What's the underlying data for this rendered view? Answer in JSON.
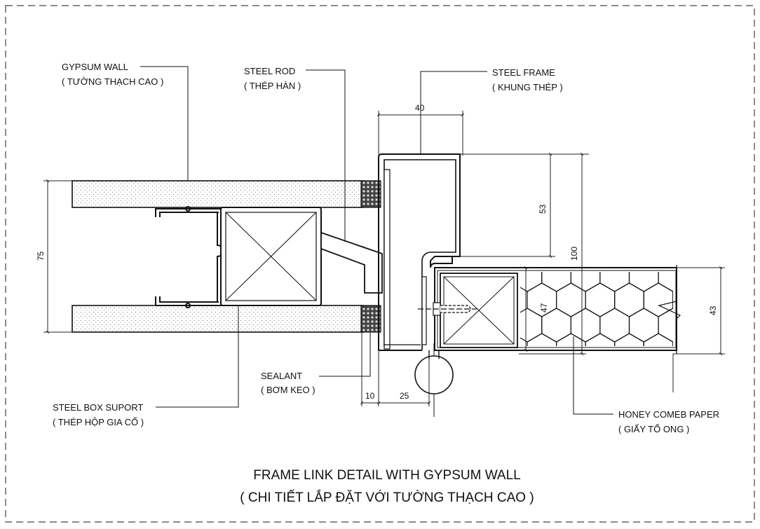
{
  "labels": {
    "gypsum_wall": "GYPSUM WALL",
    "gypsum_wall_vi": "( TƯỜNG THẠCH CAO )",
    "steel_rod": "STEEL ROD",
    "steel_rod_vi": "( THÉP HÀN )",
    "steel_frame": "STEEL FRAME",
    "steel_frame_vi": "( KHUNG THÉP )",
    "sealant": "SEALANT",
    "sealant_vi": "( BƠM KEO )",
    "steel_box": "STEEL BOX SUPORT",
    "steel_box_vi": "( THÉP HỘP GIA CỐ )",
    "honeycomb": "HONEY COMEB PAPER",
    "honeycomb_vi": "( GIẤY TỔ ONG )"
  },
  "dimensions": {
    "d40": "40",
    "d53": "53",
    "d100": "100",
    "d75": "75",
    "d47": "47",
    "d43": "43",
    "d10": "10",
    "d25": "25"
  },
  "title": {
    "line1": "FRAME LINK DETAIL WITH GYPSUM WALL",
    "line2": "( CHI TIẾT LẮP ĐẶT VỚI TƯỜNG THẠCH CAO )"
  }
}
